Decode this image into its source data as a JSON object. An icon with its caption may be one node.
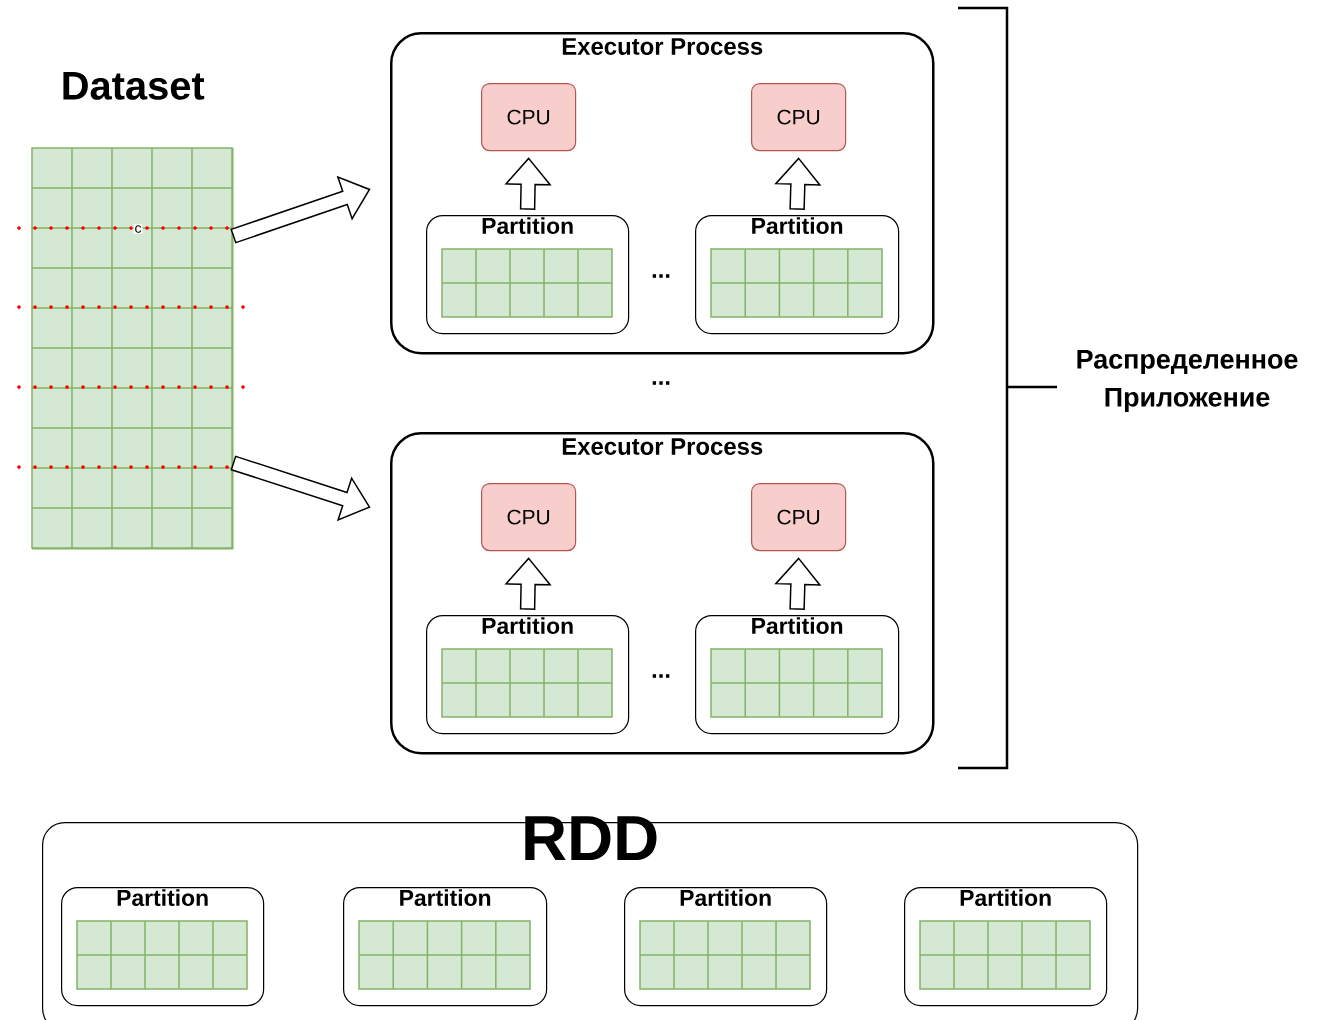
{
  "diagram": {
    "nodes": [
      {
        "text": [
          "Dataset"
        ]
      },
      {
        "text": [
          "Executor Process"
        ]
      },
      {
        "text": [
          "CPU"
        ],
        "in": 1
      },
      {
        "text": [
          "CPU"
        ],
        "in": 1
      },
      {
        "text": [
          "Partition"
        ],
        "in": 1
      },
      {
        "text": [
          "Partition"
        ],
        "in": 1
      },
      {
        "text": [
          "Executor Process"
        ]
      },
      {
        "text": [
          "CPU"
        ],
        "in": 6
      },
      {
        "text": [
          "CPU"
        ],
        "in": 6
      },
      {
        "text": [
          "Partition"
        ],
        "in": 6
      },
      {
        "text": [
          "Partition"
        ],
        "in": 6
      },
      {
        "text": [
          "RDD"
        ]
      },
      {
        "text": [
          "Partition"
        ],
        "in": 11
      },
      {
        "text": [
          "Partition"
        ],
        "in": 11
      },
      {
        "text": [
          "Partition"
        ],
        "in": 11
      },
      {
        "text": [
          "Partition"
        ],
        "in": 11
      }
    ],
    "edges": [
      {
        "from": 0,
        "to": 1,
        "arrow": "to"
      },
      {
        "from": 0,
        "to": 6,
        "arrow": "to"
      },
      {
        "from": 4,
        "to": 2,
        "arrow": "to"
      },
      {
        "from": 5,
        "to": 3,
        "arrow": "to"
      },
      {
        "from": 9,
        "to": 7,
        "arrow": "to"
      },
      {
        "from": 10,
        "to": 8,
        "arrow": "to"
      }
    ],
    "labels": [
      "c",
      "...",
      "Распределенное Приложение",
      "...",
      "..."
    ]
  }
}
